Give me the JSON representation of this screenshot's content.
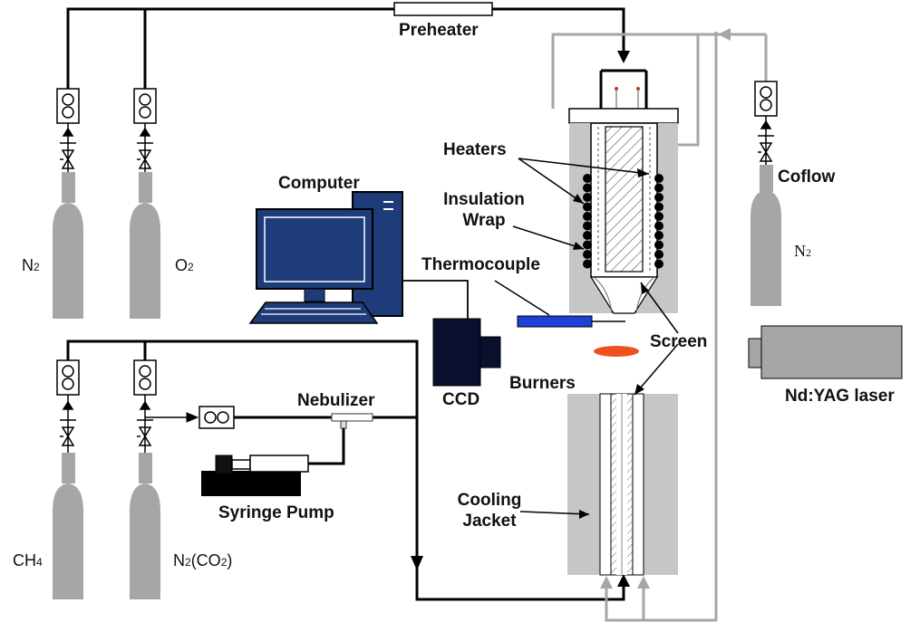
{
  "labels": {
    "preheater": "Preheater",
    "heaters": "Heaters",
    "insulation_1": "Insulation",
    "insulation_2": "Wrap",
    "computer": "Computer",
    "thermocouple": "Thermocouple",
    "screen": "Screen",
    "ccd": "CCD",
    "burners": "Burners",
    "nebulizer": "Nebulizer",
    "syringe_pump": "Syringe Pump",
    "cooling_1": "Cooling",
    "cooling_2": "Jacket",
    "coflow": "Coflow",
    "laser": "Nd:YAG laser"
  },
  "cylinders": {
    "n2_main": {
      "base": "N",
      "sub": "2",
      "tail": ""
    },
    "o2": {
      "base": "O",
      "sub": "2",
      "tail": ""
    },
    "ch4": {
      "base": "CH",
      "sub": "4",
      "tail": ""
    },
    "n2co2": {
      "base": "N",
      "sub": "2",
      "tail": "(CO",
      "sub2": "2",
      "tail2": ")"
    },
    "coflow_n2": {
      "base": "N",
      "sub": "2",
      "tail": ""
    }
  },
  "colors": {
    "cylinder": "#a6a6a6",
    "pipe_black": "#000000",
    "pipe_gray": "#a6a6a6",
    "computer_blue": "#1f3c7a",
    "thermocouple_blue": "#1f3fd6",
    "flame": "#f0501e",
    "laser": "#a6a6a6"
  }
}
